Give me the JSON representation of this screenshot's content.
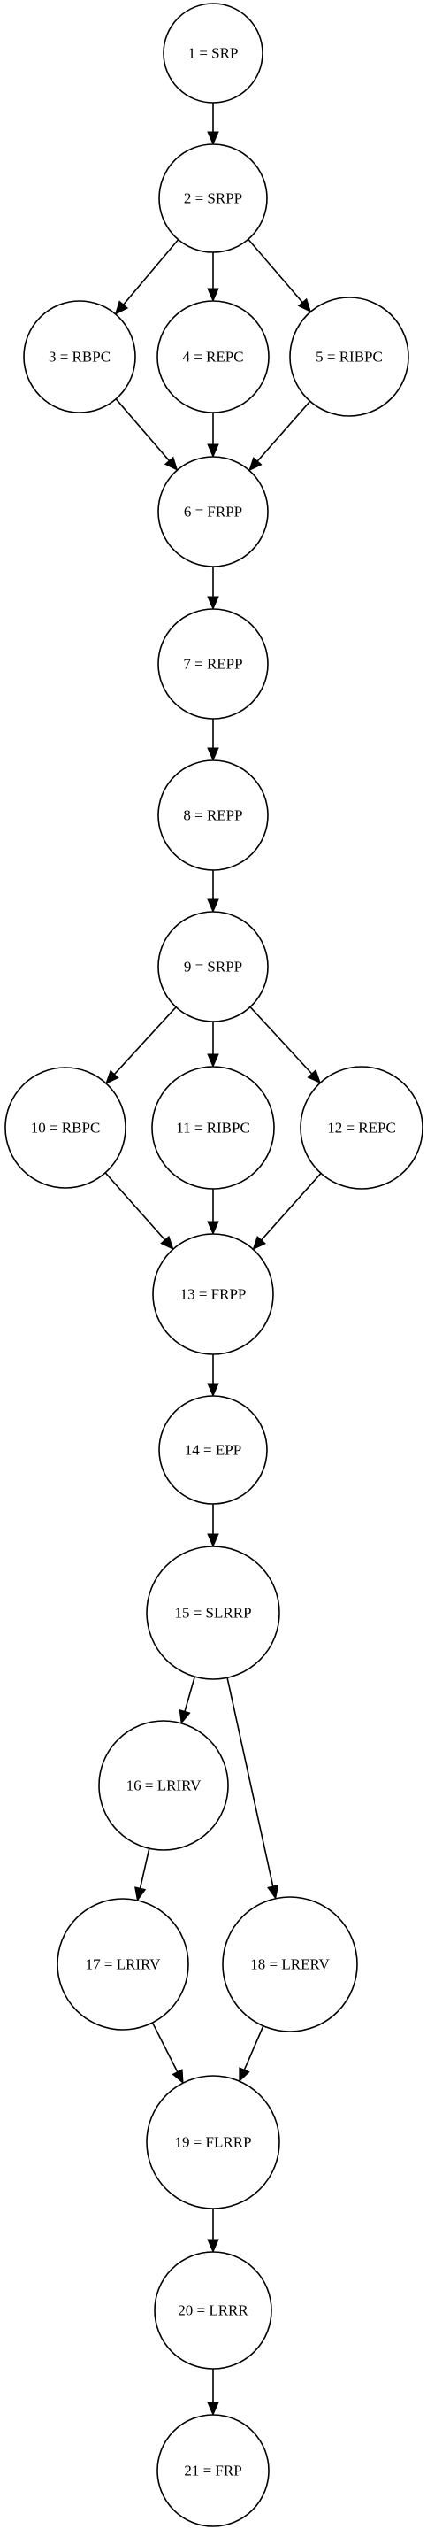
{
  "nodes": [
    {
      "id": 1,
      "label": "1 = SRP"
    },
    {
      "id": 2,
      "label": "2 = SRPP"
    },
    {
      "id": 3,
      "label": "3 = RBPC"
    },
    {
      "id": 4,
      "label": "4 = REPC"
    },
    {
      "id": 5,
      "label": "5 = RIBPC"
    },
    {
      "id": 6,
      "label": "6 = FRPP"
    },
    {
      "id": 7,
      "label": "7 = REPP"
    },
    {
      "id": 8,
      "label": "8 = REPP"
    },
    {
      "id": 9,
      "label": "9 = SRPP"
    },
    {
      "id": 10,
      "label": "10 = RBPC"
    },
    {
      "id": 11,
      "label": "11 = RIBPC"
    },
    {
      "id": 12,
      "label": "12 = REPC"
    },
    {
      "id": 13,
      "label": "13 = FRPP"
    },
    {
      "id": 14,
      "label": "14 = EPP"
    },
    {
      "id": 15,
      "label": "15 = SLRRP"
    },
    {
      "id": 16,
      "label": "16 = LRIRV"
    },
    {
      "id": 17,
      "label": "17 = LRIRV"
    },
    {
      "id": 18,
      "label": "18 = LRERV"
    },
    {
      "id": 19,
      "label": "19 = FLRRP"
    },
    {
      "id": 20,
      "label": "20 = LRRR"
    },
    {
      "id": 21,
      "label": "21 = FRP"
    }
  ],
  "edges": [
    {
      "from": 1,
      "to": 2
    },
    {
      "from": 2,
      "to": 3
    },
    {
      "from": 2,
      "to": 4
    },
    {
      "from": 2,
      "to": 5
    },
    {
      "from": 3,
      "to": 6
    },
    {
      "from": 4,
      "to": 6
    },
    {
      "from": 5,
      "to": 6
    },
    {
      "from": 6,
      "to": 7
    },
    {
      "from": 7,
      "to": 8
    },
    {
      "from": 8,
      "to": 9
    },
    {
      "from": 9,
      "to": 10
    },
    {
      "from": 9,
      "to": 11
    },
    {
      "from": 9,
      "to": 12
    },
    {
      "from": 10,
      "to": 13
    },
    {
      "from": 11,
      "to": 13
    },
    {
      "from": 12,
      "to": 13
    },
    {
      "from": 13,
      "to": 14
    },
    {
      "from": 14,
      "to": 15
    },
    {
      "from": 15,
      "to": 16
    },
    {
      "from": 15,
      "to": 18
    },
    {
      "from": 16,
      "to": 17
    },
    {
      "from": 17,
      "to": 19
    },
    {
      "from": 18,
      "to": 19
    },
    {
      "from": 19,
      "to": 20
    },
    {
      "from": 20,
      "to": 21
    }
  ]
}
